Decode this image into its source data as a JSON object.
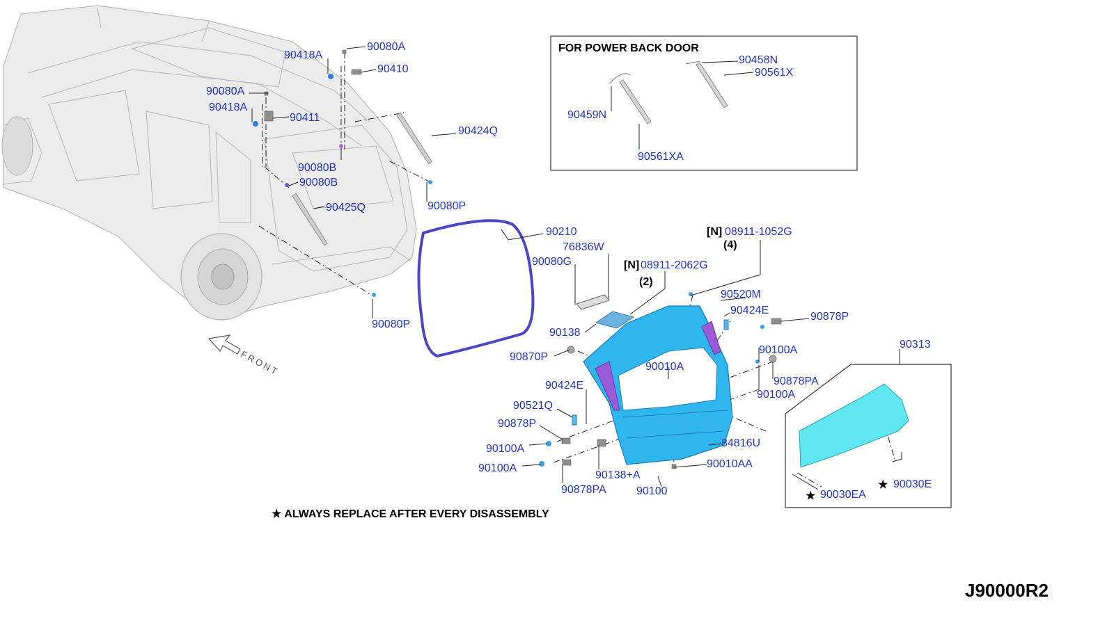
{
  "callouts": [
    {
      "id": "c1",
      "text": "90418A"
    },
    {
      "id": "c2",
      "text": "90080A"
    },
    {
      "id": "c3",
      "text": "90410"
    },
    {
      "id": "c4",
      "text": "90080A"
    },
    {
      "id": "c5",
      "text": "90418A"
    },
    {
      "id": "c6",
      "text": "90411"
    },
    {
      "id": "c7",
      "text": "90424Q"
    },
    {
      "id": "c8",
      "text": "90080B"
    },
    {
      "id": "c9",
      "text": "90080B"
    },
    {
      "id": "c10",
      "text": "90425Q"
    },
    {
      "id": "c11",
      "text": "90080P"
    },
    {
      "id": "c12",
      "text": "90080P"
    },
    {
      "id": "c13",
      "text": "90210"
    },
    {
      "id": "c14",
      "text": "76836W"
    },
    {
      "id": "c15",
      "text": "90080G"
    },
    {
      "id": "c16",
      "text": "90138"
    },
    {
      "id": "c17",
      "text": "90870P"
    },
    {
      "id": "c18",
      "text": "08911-2062G"
    },
    {
      "id": "c19",
      "text": "08911-1052G"
    },
    {
      "id": "c20",
      "text": "90520M"
    },
    {
      "id": "c21",
      "text": "90424E"
    },
    {
      "id": "c22",
      "text": "90878P"
    },
    {
      "id": "c23",
      "text": "90100A"
    },
    {
      "id": "c24",
      "text": "90010A"
    },
    {
      "id": "c25",
      "text": "90878PA"
    },
    {
      "id": "c26",
      "text": "90100A"
    },
    {
      "id": "c27",
      "text": "90424E"
    },
    {
      "id": "c28",
      "text": "90521Q"
    },
    {
      "id": "c29",
      "text": "90878P"
    },
    {
      "id": "c30",
      "text": "90100A"
    },
    {
      "id": "c31",
      "text": "84816U"
    },
    {
      "id": "c32",
      "text": "90100A"
    },
    {
      "id": "c33",
      "text": "90010AA"
    },
    {
      "id": "c34",
      "text": "90138+A"
    },
    {
      "id": "c35",
      "text": "90878PA"
    },
    {
      "id": "c36",
      "text": "90100"
    },
    {
      "id": "c37",
      "text": "90313"
    },
    {
      "id": "c38",
      "text": "90030EA"
    },
    {
      "id": "c39",
      "text": "90030E"
    },
    {
      "id": "c40",
      "text": "90458N"
    },
    {
      "id": "c41",
      "text": "90561X"
    },
    {
      "id": "c42",
      "text": "90459N"
    },
    {
      "id": "c43",
      "text": "90561XA"
    }
  ],
  "markers": {
    "n1": "[N]",
    "n2": "[N]",
    "qty1": "(2)",
    "qty2": "(4)",
    "star": "★"
  },
  "inset_power": {
    "title": "FOR POWER BACK DOOR"
  },
  "front_label": "FRONT",
  "note": "★ ALWAYS REPLACE AFTER EVERY DISASSEMBLY",
  "diagram_code": "J90000R2",
  "colors": {
    "label_blue": "#1f33c7",
    "door_blue": "#2fb6ee",
    "glass_cyan": "#5fe6f0",
    "seal_purple": "#4a46c8",
    "trim_purple": "#9a5bd8"
  }
}
